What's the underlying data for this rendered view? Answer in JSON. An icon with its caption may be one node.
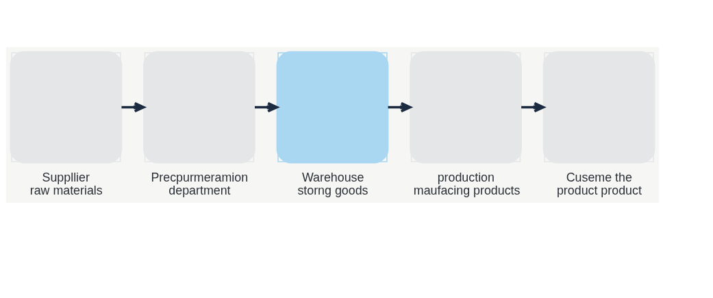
{
  "diagram": {
    "nodes": [
      {
        "text": [
          "Suppllier raw materials"
        ]
      },
      {
        "text": [
          "Precpurmeramion department"
        ]
      },
      {
        "text": [
          "Warehouse storng goods"
        ]
      },
      {
        "text": [
          "production maufacing products"
        ]
      },
      {
        "text": [
          "Cuseme the product product"
        ]
      }
    ],
    "edges": [
      {
        "from": 0,
        "to": 1,
        "arrow": "to"
      },
      {
        "from": 1,
        "to": 2,
        "arrow": "to"
      },
      {
        "from": 2,
        "to": 3,
        "arrow": "to"
      },
      {
        "from": 3,
        "to": 4,
        "arrow": "to"
      }
    ]
  }
}
